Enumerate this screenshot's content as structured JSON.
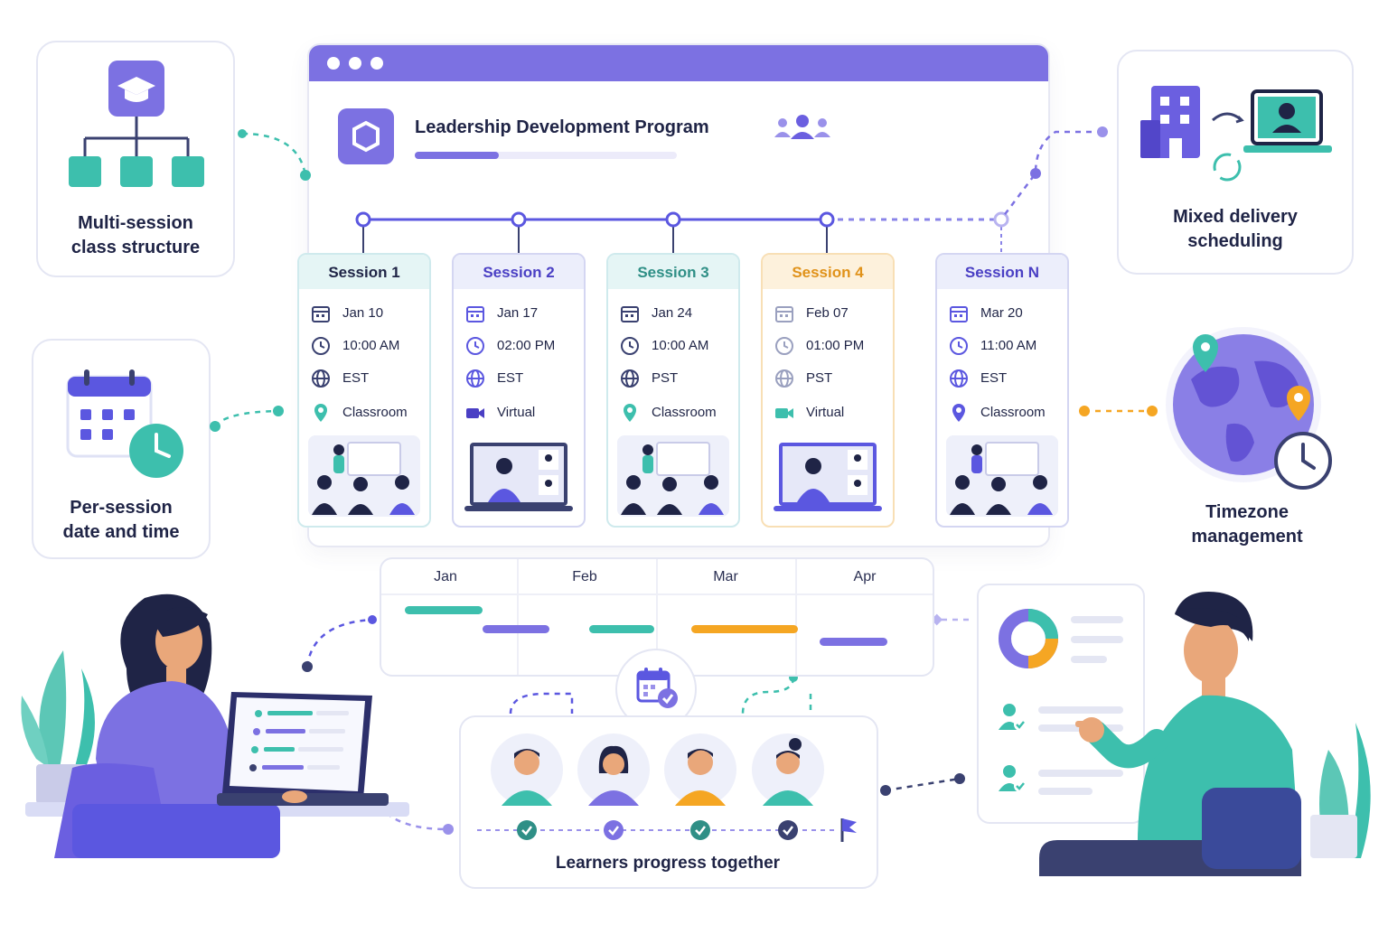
{
  "program": {
    "title": "Leadership Development Program",
    "progress_fraction": 0.32
  },
  "features": {
    "multi_session": {
      "line1": "Multi-session",
      "line2": "class structure",
      "icon": "hierarchy-icon"
    },
    "per_session": {
      "line1": "Per-session",
      "line2": "date and time",
      "icon": "calendar-clock-icon"
    },
    "mixed_delivery": {
      "line1": "Mixed delivery",
      "line2": "scheduling",
      "icon": "building-laptop-sync-icon"
    },
    "timezone": {
      "line1": "Timezone",
      "line2": "management",
      "icon": "globe-clock-icon"
    }
  },
  "sessions": [
    {
      "label": "Session 1",
      "date": "Jan 10",
      "time": "10:00 AM",
      "tz": "EST",
      "mode": "Classroom"
    },
    {
      "label": "Session 2",
      "date": "Jan 17",
      "time": "02:00 PM",
      "tz": "EST",
      "mode": "Virtual"
    },
    {
      "label": "Session 3",
      "date": "Jan 24",
      "time": "10:00 AM",
      "tz": "PST",
      "mode": "Classroom"
    },
    {
      "label": "Session 4",
      "date": "Feb 07",
      "time": "01:00 PM",
      "tz": "PST",
      "mode": "Virtual"
    },
    {
      "label": "Session N",
      "date": "Mar 20",
      "time": "11:00 AM",
      "tz": "EST",
      "mode": "Classroom"
    }
  ],
  "timeline": {
    "months": [
      "Jan",
      "Feb",
      "Mar",
      "Apr"
    ]
  },
  "learners": {
    "label": "Learners progress together",
    "count": 4
  },
  "colors": {
    "purple": "#7c71e2",
    "teal": "#3dbfad",
    "orange": "#f5a623",
    "navy": "#1f2446"
  }
}
